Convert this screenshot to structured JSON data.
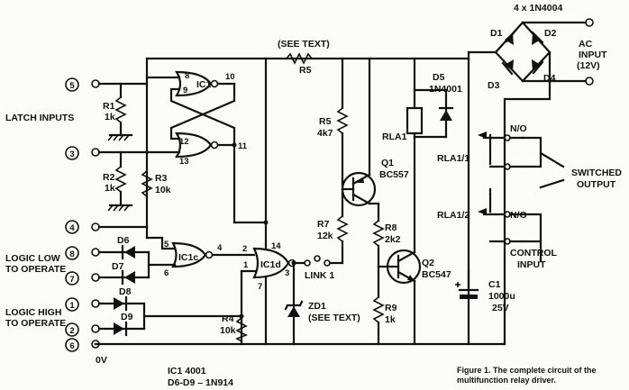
{
  "header": {
    "bridge_label": "4 x 1N4004",
    "see_text_top": "(SEE TEXT)"
  },
  "terminals": [
    "5",
    "3",
    "4",
    "8",
    "7",
    "1",
    "2",
    "6"
  ],
  "inputs": {
    "latch": "LATCH INPUTS",
    "logic_low_1": "LOGIC LOW",
    "logic_low_2": "TO OPERATE",
    "logic_high_1": "LOGIC HIGH",
    "logic_high_2": "TO OPERATE",
    "ground": "0V"
  },
  "resistors": {
    "r1": "R1",
    "r1v": "1k",
    "r2": "R2",
    "r2v": "1k",
    "r3": "R3",
    "r3v": "10k",
    "r4": "R4",
    "r4v": "10k",
    "r5a": "R5",
    "r5b": "R5",
    "r5bv": "4k7",
    "r7": "R7",
    "r7v": "12k",
    "r8": "R8",
    "r8v": "2k2",
    "r9": "R9",
    "r9v": "1k"
  },
  "ics": {
    "ic1": "IC1",
    "ic1c": "IC1c",
    "ic1d": "IC1d",
    "p8": "8",
    "p9": "9",
    "p10": "10",
    "p12": "12",
    "p13": "13",
    "p11": "11",
    "p5": "5",
    "p6": "6",
    "p4": "4",
    "p2": "2",
    "p1": "1",
    "p14": "14",
    "p7": "7",
    "p3": "3"
  },
  "diodes": {
    "d6": "D6",
    "d7": "D7",
    "d8": "D8",
    "d9": "D9",
    "d1": "D1",
    "d2": "D2",
    "d3": "D3",
    "d4": "D4",
    "d5": "D5",
    "d5v": "1N4001",
    "zd1": "ZD1",
    "zd1n": "(SEE TEXT)"
  },
  "transistors": {
    "q1": "Q1",
    "q1v": "BC557",
    "q2": "Q2",
    "q2v": "BC547"
  },
  "relay": {
    "rla1": "RLA1",
    "rla11": "RLA1/1",
    "rla12": "RLA1/2",
    "no1": "N/O",
    "no2": "N/O",
    "switched_1": "SWITCHED",
    "switched_2": "OUTPUT",
    "control_1": "CONTROL",
    "control_2": "INPUT"
  },
  "misc": {
    "link": "LINK 1",
    "c1": "C1",
    "c1v": "1000u",
    "c1r": "25V",
    "ac1": "AC",
    "ac2": "INPUT",
    "ac3": "(12V)"
  },
  "notes": {
    "ic1_part": "IC1 4001",
    "diode_part": "D6-D9 – 1N914"
  },
  "caption": {
    "line1": "Figure 1. The complete circuit of the",
    "line2": "multifunction relay driver."
  }
}
